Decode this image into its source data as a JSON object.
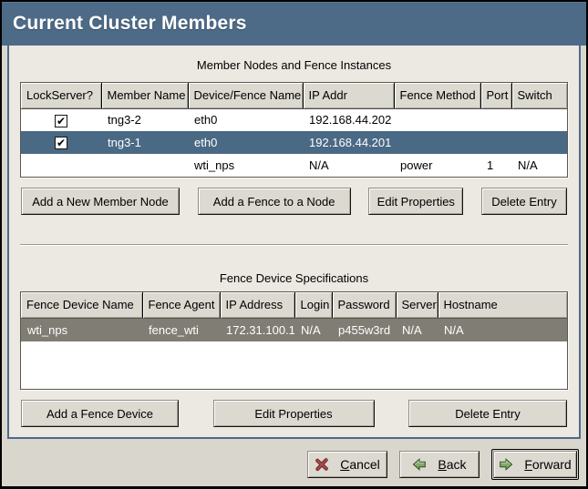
{
  "window": {
    "title": "Current Cluster Members"
  },
  "colors": {
    "title_band": "#4d6a87",
    "panel_bg": "#ece9e2",
    "selection_blue": "#4a6984",
    "selection_gray": "#7f7d74",
    "button_face": "#dcd9d1"
  },
  "icons": {
    "checkmark": "✔"
  },
  "member_section": {
    "title": "Member Nodes and Fence Instances",
    "table": {
      "columns": [
        "LockServer?",
        "Member Name",
        "Device/Fence Name",
        "IP Addr",
        "Fence Method",
        "Port",
        "Switch"
      ],
      "rows": [
        {
          "lockserver": true,
          "member_name": "tng3-2",
          "device_fence_name": "eth0",
          "ip_addr": "192.168.44.202",
          "fence_method": "",
          "port": "",
          "switch": "",
          "selected": false
        },
        {
          "lockserver": true,
          "member_name": "tng3-1",
          "device_fence_name": "eth0",
          "ip_addr": "192.168.44.201",
          "fence_method": "",
          "port": "",
          "switch": "",
          "selected": true
        },
        {
          "lockserver": false,
          "member_name": "",
          "device_fence_name": "wti_nps",
          "ip_addr": "N/A",
          "fence_method": "power",
          "port": "1",
          "switch": "N/A",
          "selected": false
        }
      ]
    },
    "buttons": [
      "Add a New Member Node",
      "Add a Fence to a Node",
      "Edit Properties",
      "Delete Entry"
    ]
  },
  "fence_section": {
    "title": "Fence Device Specifications",
    "table": {
      "columns": [
        "Fence Device Name",
        "Fence Agent",
        "IP Address",
        "Login",
        "Password",
        "Server",
        "Hostname"
      ],
      "rows": [
        {
          "fence_device_name": "wti_nps",
          "fence_agent": "fence_wti",
          "ip_address": "172.31.100.1",
          "login": "N/A",
          "password": "p455w3rd",
          "server": "N/A",
          "hostname": "N/A",
          "selected": true
        }
      ]
    },
    "buttons": [
      "Add a Fence Device",
      "Edit Properties",
      "Delete Entry"
    ]
  },
  "footer": {
    "buttons": [
      {
        "label": "Cancel",
        "mnemonic": "C",
        "rest": "ancel",
        "icon": "cancel-x-icon",
        "default": false
      },
      {
        "label": "Back",
        "mnemonic": "B",
        "rest": "ack",
        "icon": "back-arrow-icon",
        "default": false
      },
      {
        "label": "Forward",
        "mnemonic": "F",
        "rest": "orward",
        "icon": "forward-arrow-icon",
        "default": true
      }
    ]
  }
}
